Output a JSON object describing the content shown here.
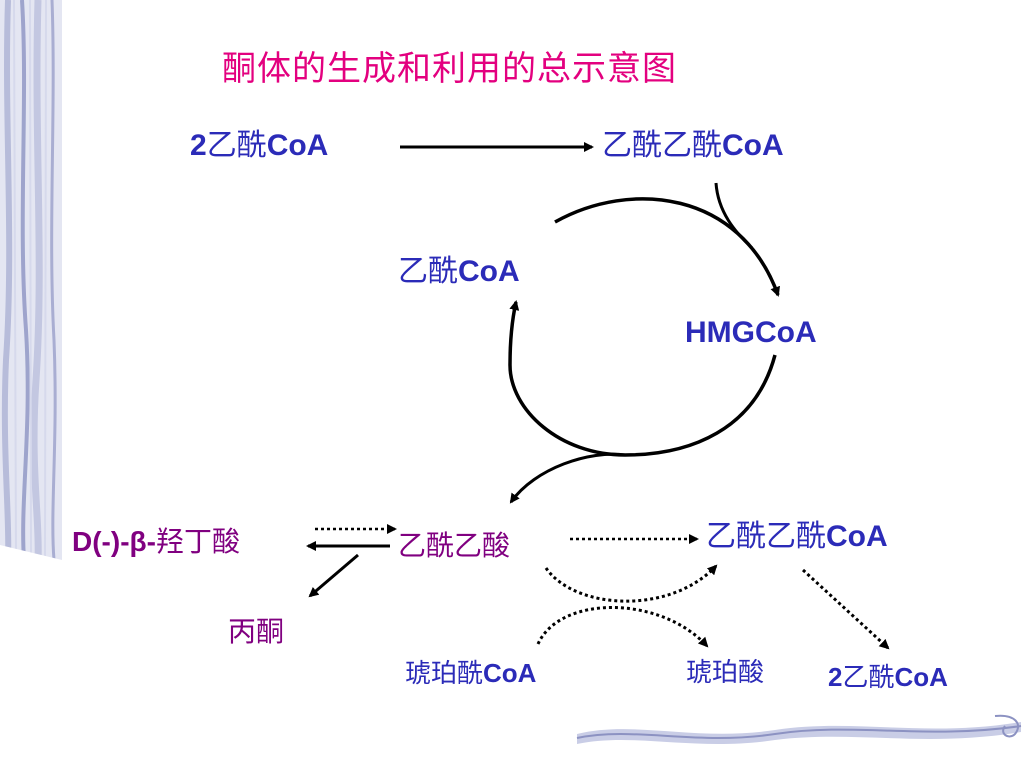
{
  "title": "酮体的生成和利用的总示意图",
  "labels": {
    "top_left": {
      "num": "2",
      "cn": "乙酰",
      "en": "CoA"
    },
    "top_right": {
      "cn": "乙酰乙酰",
      "en": "CoA"
    },
    "cycle_left": {
      "cn": "乙酰",
      "en": "CoA"
    },
    "hmgcoa": "HMGCoA",
    "hydroxybutyrate": {
      "prefix": "D(-)-β-",
      "cn": "羟丁酸"
    },
    "acetoacetate": "乙酰乙酸",
    "acetone": "丙酮",
    "bottom_right": {
      "cn": "乙酰乙酰",
      "en": "CoA"
    },
    "succinyl_coa": {
      "cn": "琥珀酰",
      "en": "CoA"
    },
    "succinate": "琥珀酸",
    "bottom_2acetylcoa": {
      "num": "2",
      "cn": "乙酰",
      "en": "CoA"
    }
  },
  "colors": {
    "title": "#e3007f",
    "blue_text": "#2b2bb8",
    "purple_text": "#800080",
    "arrow": "#000000",
    "decoration": "#c9cde6"
  }
}
